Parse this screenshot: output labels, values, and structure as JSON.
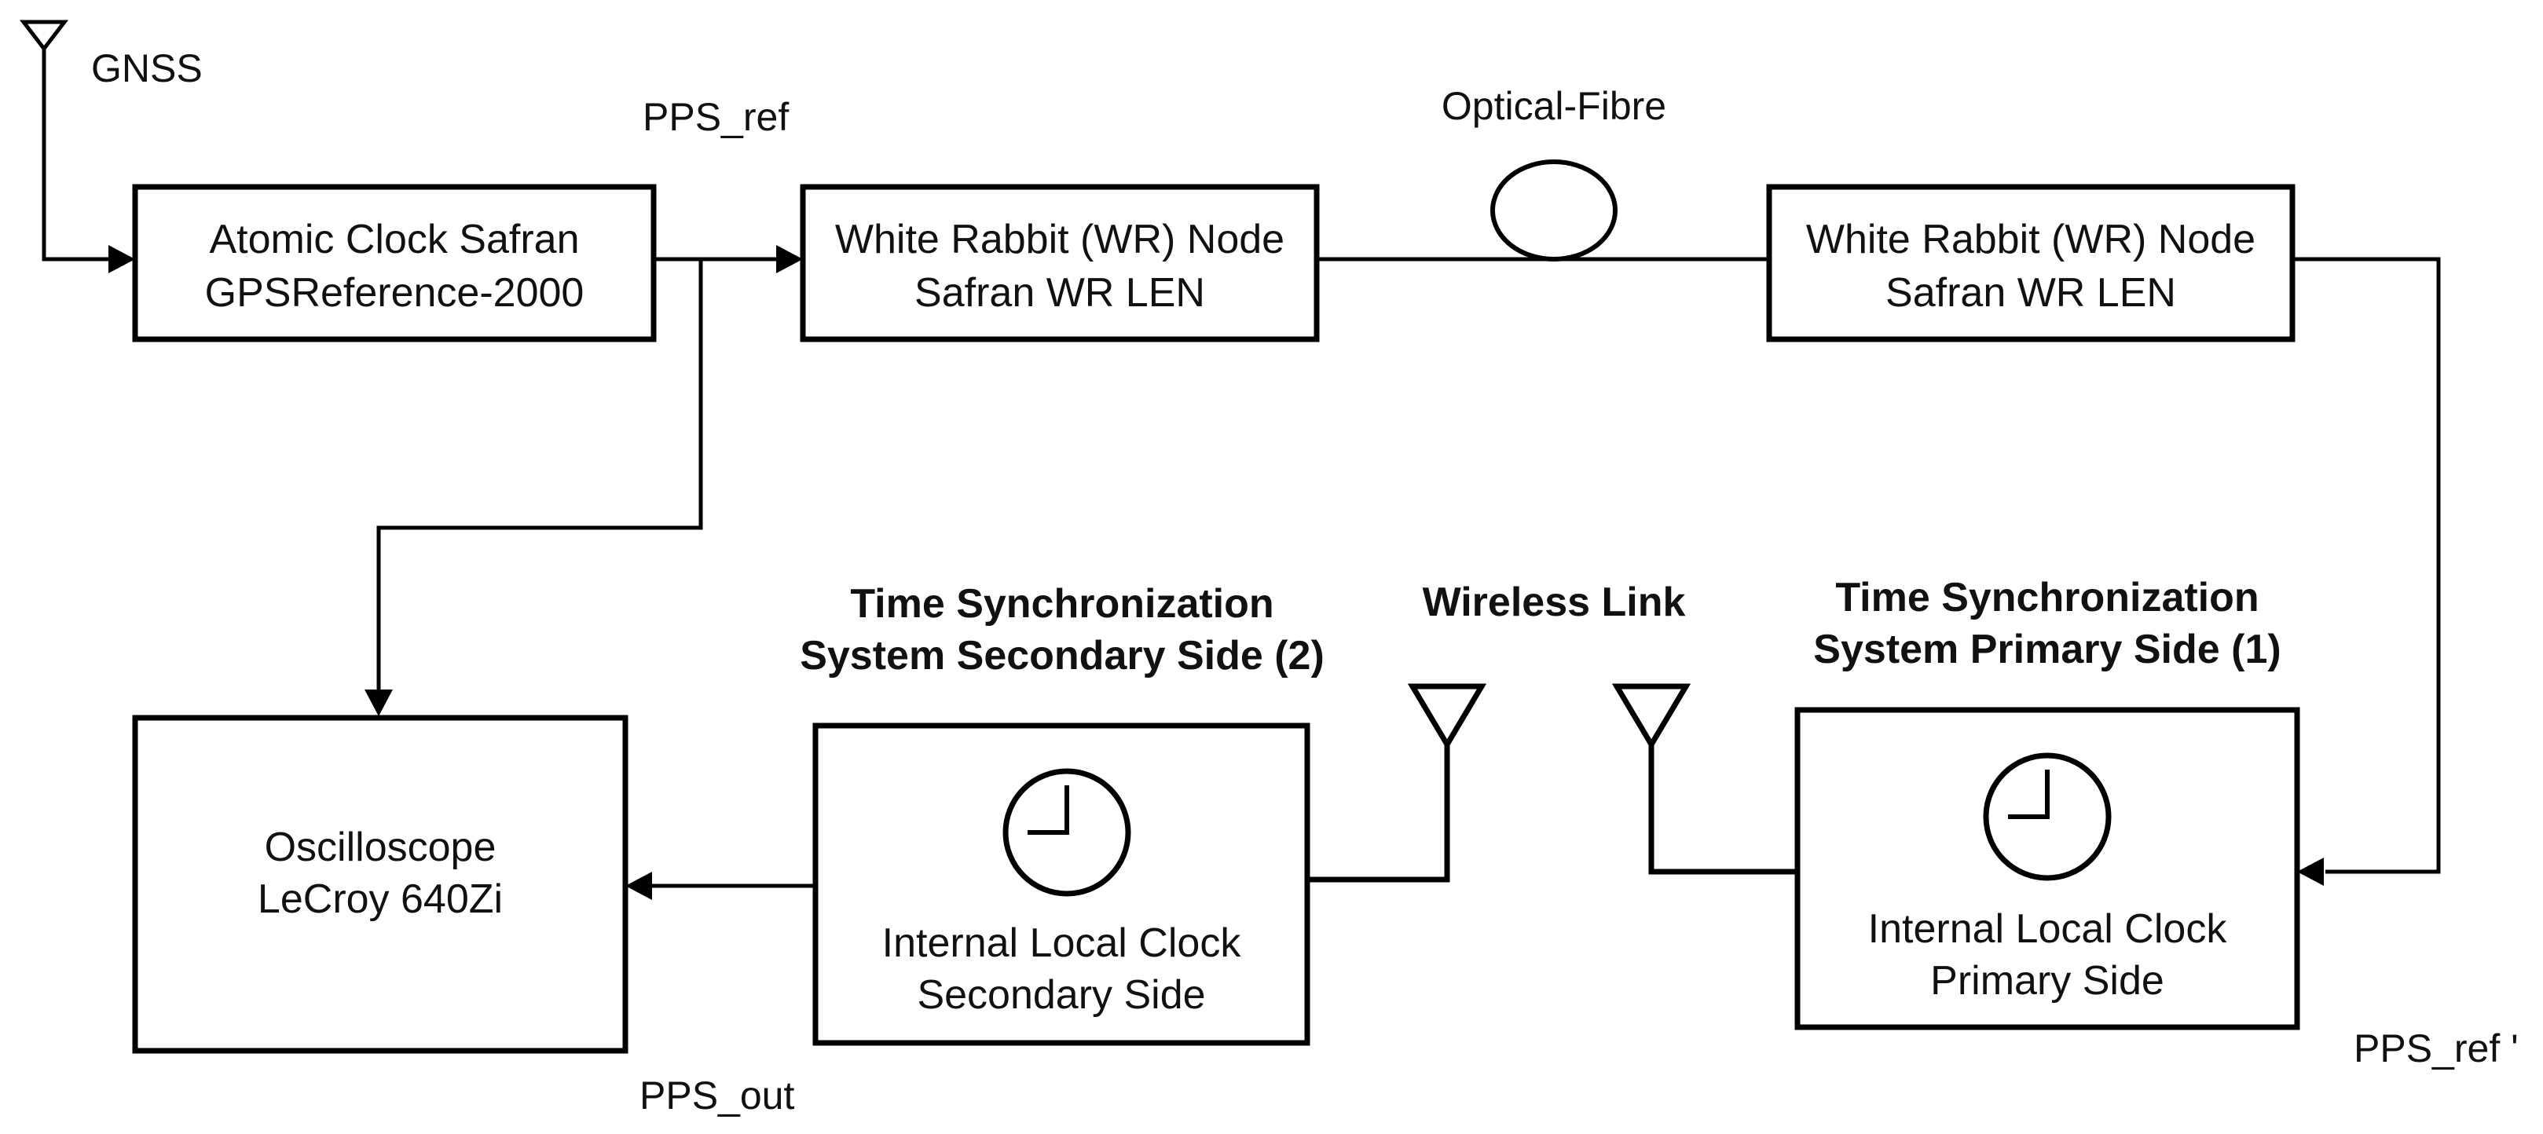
{
  "antenna_gnss": {
    "label": "GNSS"
  },
  "signals": {
    "pps_ref": "PPS_ref",
    "pps_ref_prime": "PPS_ref '",
    "pps_out": "PPS_out",
    "optical_fibre": "Optical-Fibre",
    "wireless_link": "Wireless Link"
  },
  "boxes": {
    "atomic_clock": {
      "line1": "Atomic Clock Safran",
      "line2": "GPSReference-2000"
    },
    "wr_node_left": {
      "line1": "White Rabbit (WR) Node",
      "line2": "Safran WR LEN"
    },
    "wr_node_right": {
      "line1": "White Rabbit (WR) Node",
      "line2": "Safran WR LEN"
    },
    "oscilloscope": {
      "line1": "Oscilloscope",
      "line2": "LeCroy 640Zi"
    },
    "secondary": {
      "line1": "Internal Local Clock",
      "line2": "Secondary Side"
    },
    "primary": {
      "line1": "Internal Local Clock",
      "line2": "Primary Side"
    }
  },
  "headings": {
    "secondary": {
      "line1": "Time Synchronization",
      "line2": "System Secondary Side (2)"
    },
    "primary": {
      "line1": "Time Synchronization",
      "line2": "System Primary Side (1)"
    }
  },
  "icons": {
    "antenna": "antenna-icon",
    "clock": "clock-icon",
    "fibre": "fibre-loop-icon"
  },
  "colors": {
    "stroke": "#000000",
    "text": "#111111",
    "background": "#ffffff"
  }
}
